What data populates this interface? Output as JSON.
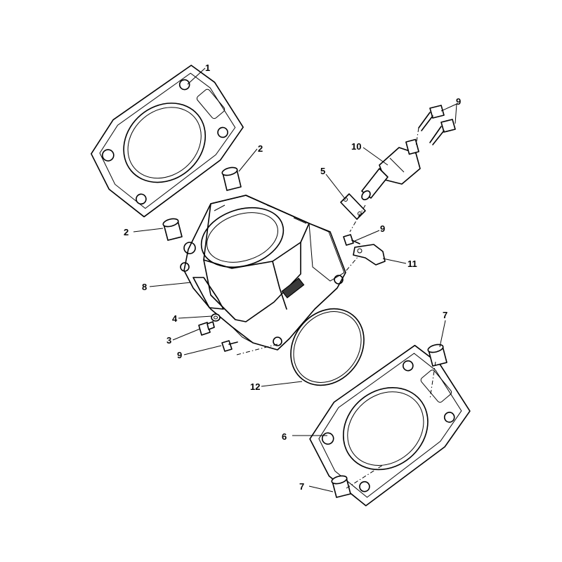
{
  "callouts": {
    "c1": "1",
    "c2a": "2",
    "c2b": "2",
    "c3": "3",
    "c4": "4",
    "c5": "5",
    "c6": "6",
    "c7a": "7",
    "c7b": "7",
    "c8": "8",
    "c9a": "9",
    "c9b": "9",
    "c9c": "9",
    "c10": "10",
    "c11": "11",
    "c12": "12"
  }
}
